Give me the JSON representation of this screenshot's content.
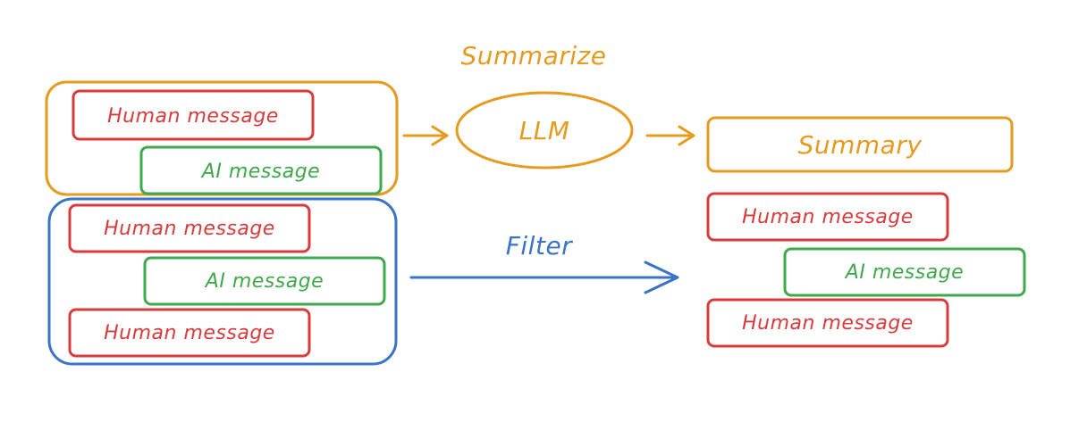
{
  "labels": {
    "summarize": "Summarize",
    "llm": "LLM",
    "summary": "Summary",
    "filter": "Filter",
    "human_message": "Human message",
    "ai_message": "AI message"
  },
  "colors": {
    "human": "#d83b3b",
    "ai": "#3fa84a",
    "summarize": "#e69a1e",
    "filter": "#3a74c8"
  }
}
